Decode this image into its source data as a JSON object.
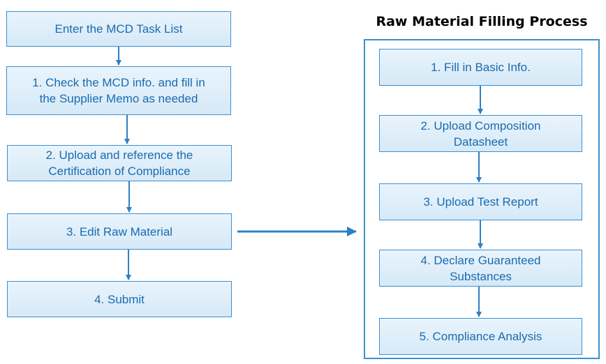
{
  "left_flow": {
    "steps": [
      {
        "line1": "Enter the MCD Task List",
        "line2": ""
      },
      {
        "line1": "1. Check the MCD info. and fill in",
        "line2": "the Supplier Memo as needed"
      },
      {
        "line1": "2. Upload and reference the",
        "line2": "Certification of Compliance"
      },
      {
        "line1": "3. Edit Raw Material",
        "line2": ""
      },
      {
        "line1": "4. Submit",
        "line2": ""
      }
    ]
  },
  "right_panel": {
    "title": "Raw Material Filling Process",
    "steps": [
      {
        "line1": "1. Fill in Basic Info.",
        "line2": ""
      },
      {
        "line1": "2. Upload Composition",
        "line2": "Datasheet"
      },
      {
        "line1": "3. Upload Test Report",
        "line2": ""
      },
      {
        "line1": "4. Declare Guaranteed",
        "line2": "Substances"
      },
      {
        "line1": "5. Compliance Analysis",
        "line2": ""
      }
    ]
  },
  "colors": {
    "box_border": "#3d8fd0",
    "box_fill": "#dcebf8",
    "text": "#1a6bb0",
    "arrow": "#2e7fc4"
  }
}
